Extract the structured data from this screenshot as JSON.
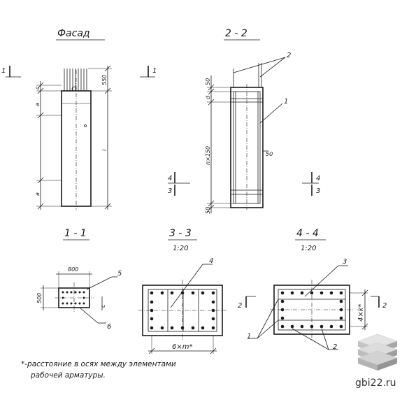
{
  "titles": {
    "facade": "Фасад",
    "section_2_2": "2 - 2",
    "section_1_1": "1 - 1",
    "section_3_3": "3 - 3",
    "section_4_4": "4 - 4",
    "scale_3_3": "1:20",
    "scale_4_4": "1:20"
  },
  "dimensions": {
    "d_550": "550",
    "d_c": "c",
    "d_a_top": "a",
    "d_l": "l",
    "d_a_bottom": "a",
    "d_50_top": "50",
    "d_d": "d",
    "d_n150": "n×150",
    "d_50_right": "50",
    "d_50_bottom": "50",
    "d_800": "800",
    "d_500": "500",
    "d_c_11": "c",
    "d_6xm": "6×m*",
    "d_4xk": "4×k*"
  },
  "markers": {
    "m1_left": "1",
    "m1_right": "1",
    "m4": "4",
    "m3": "3",
    "m4_right": "4",
    "m3_right": "3",
    "m2_left": "2",
    "m2_right": "2"
  },
  "leaders": {
    "p2_top": "2",
    "p1_side": "1",
    "p5": "5",
    "p6": "6",
    "p4": "4",
    "p3": "3",
    "p1_bottom": "1",
    "p2_bottom": "2"
  },
  "note": {
    "line1": "*-расстояние в осях между элементами",
    "line2": "рабочей арматуры."
  },
  "watermark": {
    "text": "gbi22.ru"
  }
}
